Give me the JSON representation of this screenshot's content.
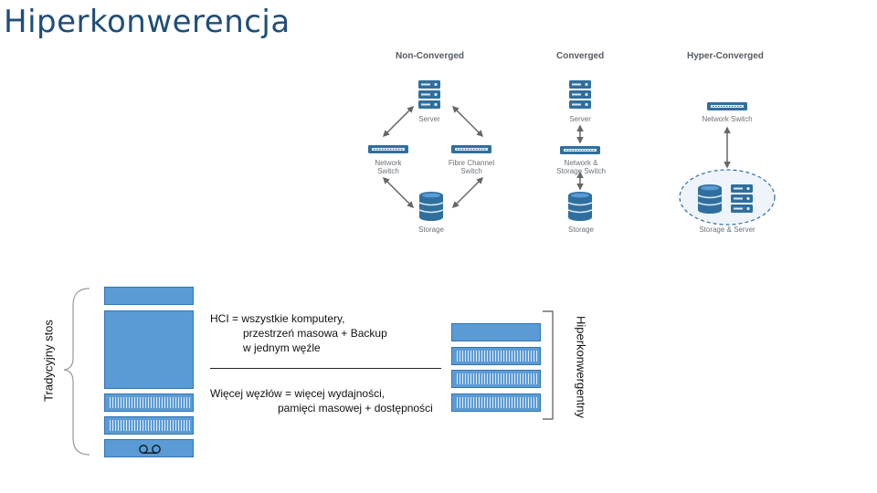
{
  "title": "Hiperkonwerencja",
  "diagram": {
    "columns": {
      "non_converged": "Non-Converged",
      "converged": "Converged",
      "hyper_converged": "Hyper-Converged"
    },
    "non_converged": {
      "server": "Server",
      "network_switch": [
        "Network",
        "Switch"
      ],
      "fibre_channel_switch": [
        "Fibre Channel",
        "Switch"
      ],
      "storage": "Storage"
    },
    "converged": {
      "server": "Server",
      "network_storage_switch": [
        "Network &",
        "Storage Switch"
      ],
      "storage": "Storage"
    },
    "hyper_converged": {
      "network_switch": "Network Switch",
      "storage_server": "Storage & Server"
    }
  },
  "traditional_label": "Tradycyjny stos",
  "hyperconverged_label": "Hiperkonwergentny",
  "text_block_1": [
    "HCI = wszystkie komputery,",
    "przestrzeń masowa + Backup",
    "w jednym węźle"
  ],
  "text_block_2": [
    "Więcej węzłów = więcej wydajności,",
    "pamięci masowej + dostępności"
  ],
  "colors": {
    "title": "#1f4e79",
    "block_fill": "#5b9bd5",
    "block_border": "#2e75b6",
    "icon_fill": "#2f6f9f",
    "arrow": "#666666"
  }
}
